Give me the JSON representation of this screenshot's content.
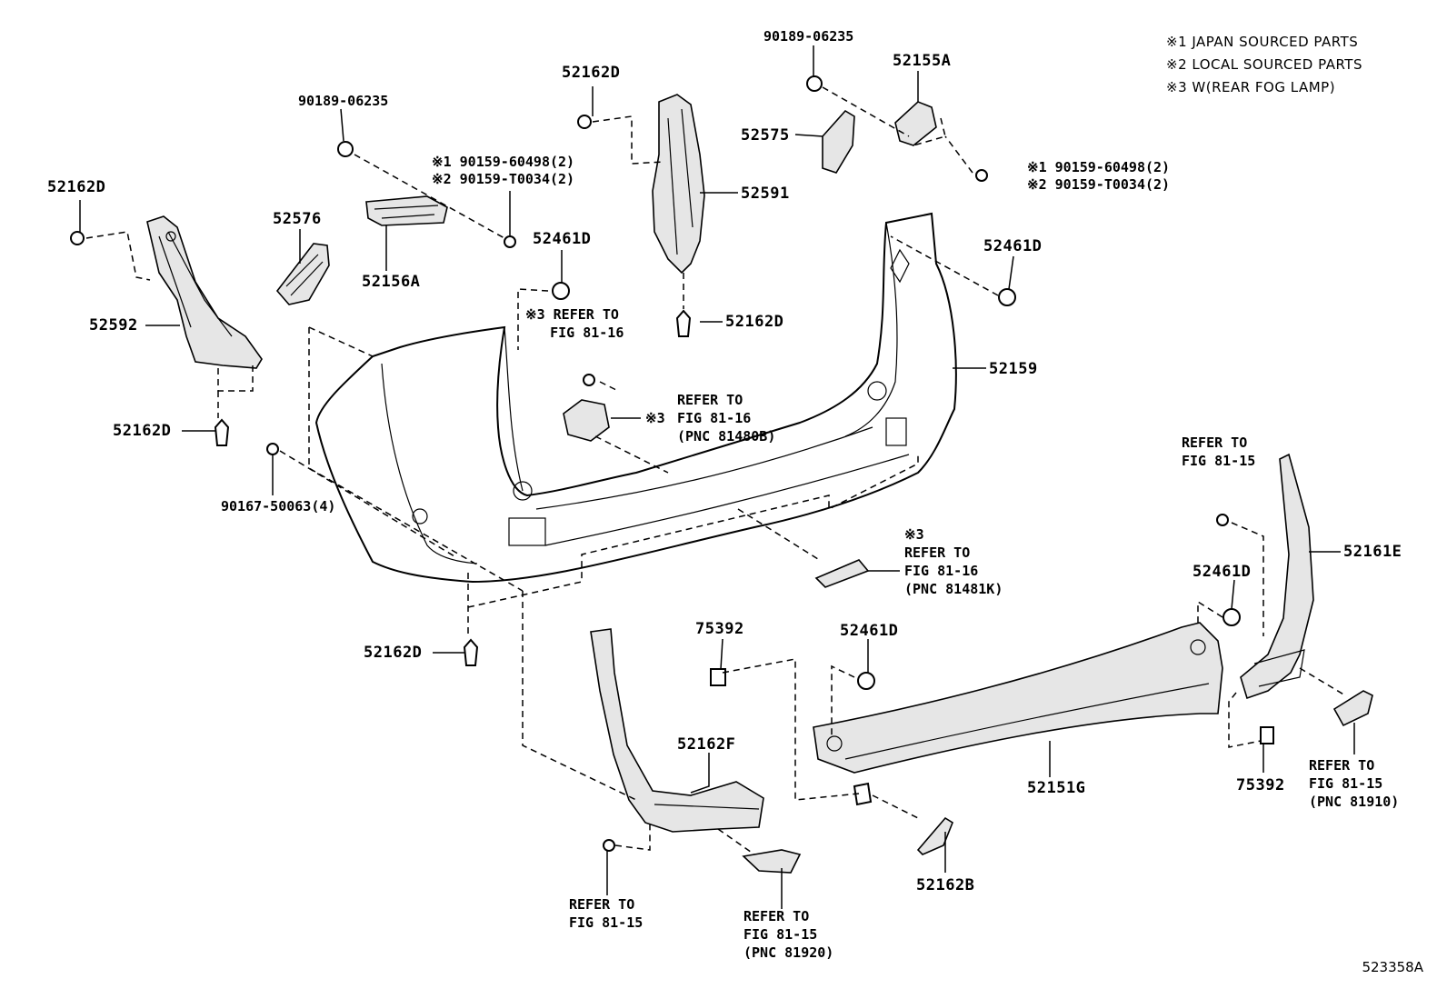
{
  "legend": [
    "※1  JAPAN SOURCED PARTS",
    "※2  LOCAL SOURCED PARTS",
    "※3  W(REAR FOG LAMP)"
  ],
  "diagram_id": "523358A",
  "labels": {
    "p90189_top": "90189-06235",
    "p52155A": "52155A",
    "p52575": "52575",
    "p90159_r1": "※1 90159-60498(2)",
    "p90159_r2": "※2 90159-T0034(2)",
    "p52162D_top": "52162D",
    "p52591": "52591",
    "p90189_left": "90189-06235",
    "p90159_l1": "※1 90159-60498(2)",
    "p90159_l2": "※2 90159-T0034(2)",
    "p52162D_left": "52162D",
    "p52576": "52576",
    "p52461D_mid": "52461D",
    "p52156A": "52156A",
    "p52592": "52592",
    "p52162D_clip": "52162D",
    "p52461D_right": "52461D",
    "p52159": "52159",
    "p52162D_leftclip": "52162D",
    "p90167": "90167-50063(4)",
    "p52162D_bottom": "52162D",
    "p52161E": "52161E",
    "p52461D_lr": "52461D",
    "p75392_a": "75392",
    "p52461D_low": "52461D",
    "p52162F": "52162F",
    "p52151G": "52151G",
    "p75392_b": "75392",
    "p52162B": "52162B"
  },
  "refs": {
    "ref_fog_top": "※3 REFER TO\n   FIG 81-16",
    "ref_fog_mid": "REFER TO\nFIG 81-16\n(PNC 81480B)",
    "ref_fog_mid_mark": "※3",
    "ref_fog_low": "※3\nREFER TO\nFIG 81-16\n(PNC 81481K)",
    "ref_81_15_top": "REFER TO\nFIG 81-15",
    "ref_81_15_right": "REFER TO\nFIG 81-15\n(PNC 81910)",
    "ref_81_15_left": "REFER TO\nFIG 81-15",
    "ref_81_15_mid": "REFER TO\nFIG 81-15\n(PNC 81920)"
  }
}
